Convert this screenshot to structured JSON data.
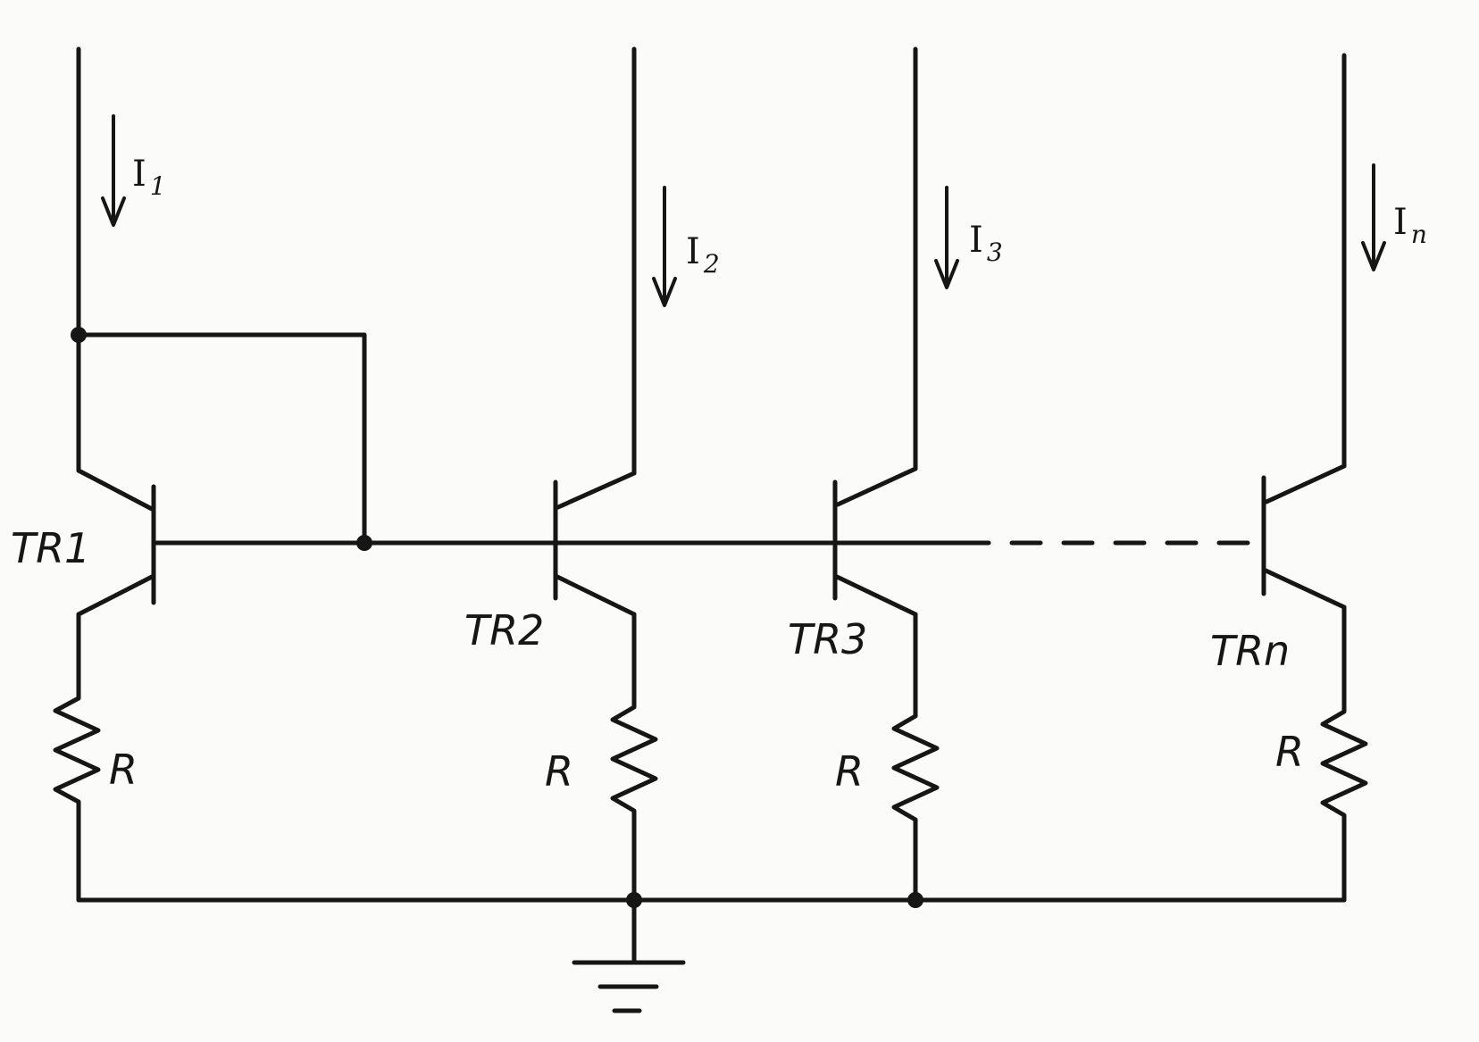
{
  "transistors": [
    {
      "label": "TR1"
    },
    {
      "label": "TR2"
    },
    {
      "label": "TR3"
    },
    {
      "label": "TRn"
    }
  ],
  "resistors": [
    {
      "label": "R"
    },
    {
      "label": "R"
    },
    {
      "label": "R"
    },
    {
      "label": "R"
    }
  ],
  "currents": [
    {
      "symbol": "I",
      "sub": "1"
    },
    {
      "symbol": "I",
      "sub": "2"
    },
    {
      "symbol": "I",
      "sub": "3"
    },
    {
      "symbol": "I",
      "sub": "n"
    }
  ],
  "colors": {
    "ink": "#161616",
    "paper": "#fbfbf9"
  }
}
